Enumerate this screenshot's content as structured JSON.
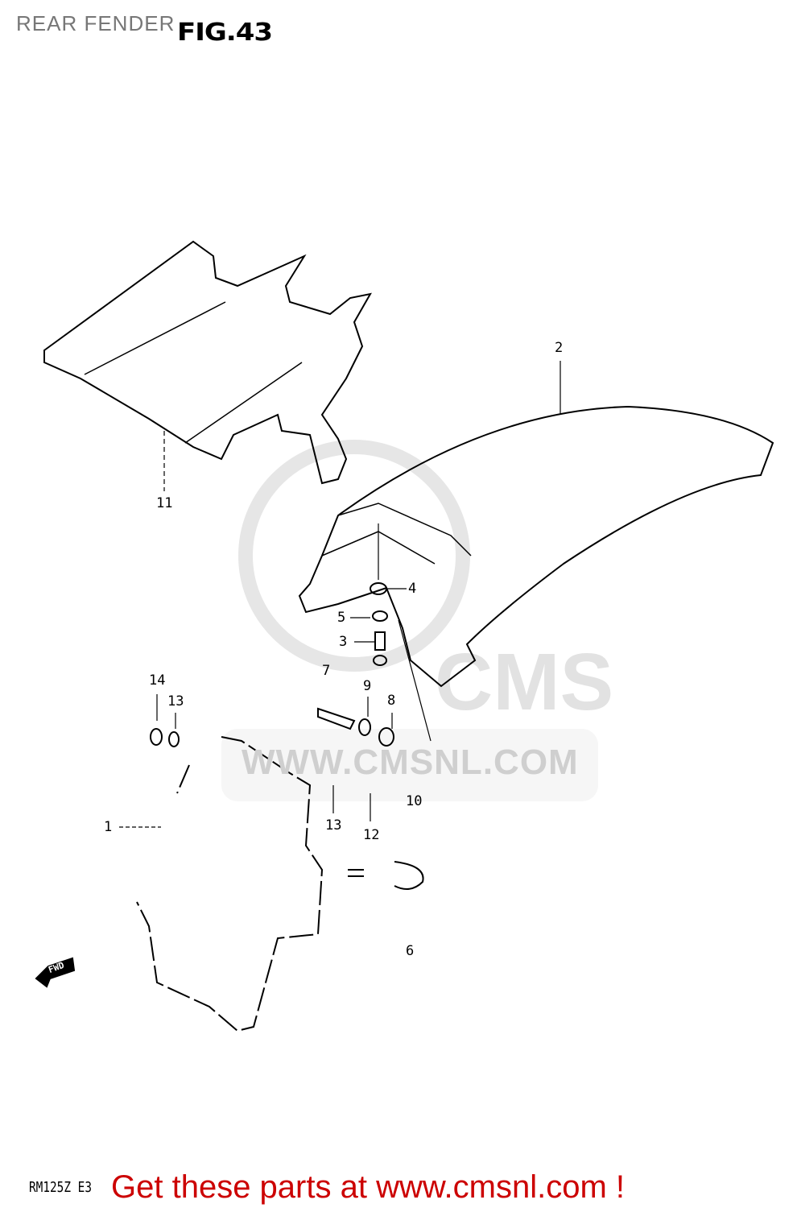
{
  "header": {
    "title": "REAR FENDER",
    "figure": "FIG.43"
  },
  "watermark": {
    "brand": "CMS",
    "url": "WWW.CMSNL.COM"
  },
  "callouts": [
    "1",
    "2",
    "3",
    "4",
    "5",
    "6",
    "7",
    "8",
    "9",
    "10",
    "11",
    "12",
    "13",
    "13",
    "14"
  ],
  "direction_label": "FWD",
  "footer": {
    "model": "RM125Z E3",
    "promo": "Get these parts at www.cmsnl.com !",
    "promo_color": "#cc0000"
  }
}
